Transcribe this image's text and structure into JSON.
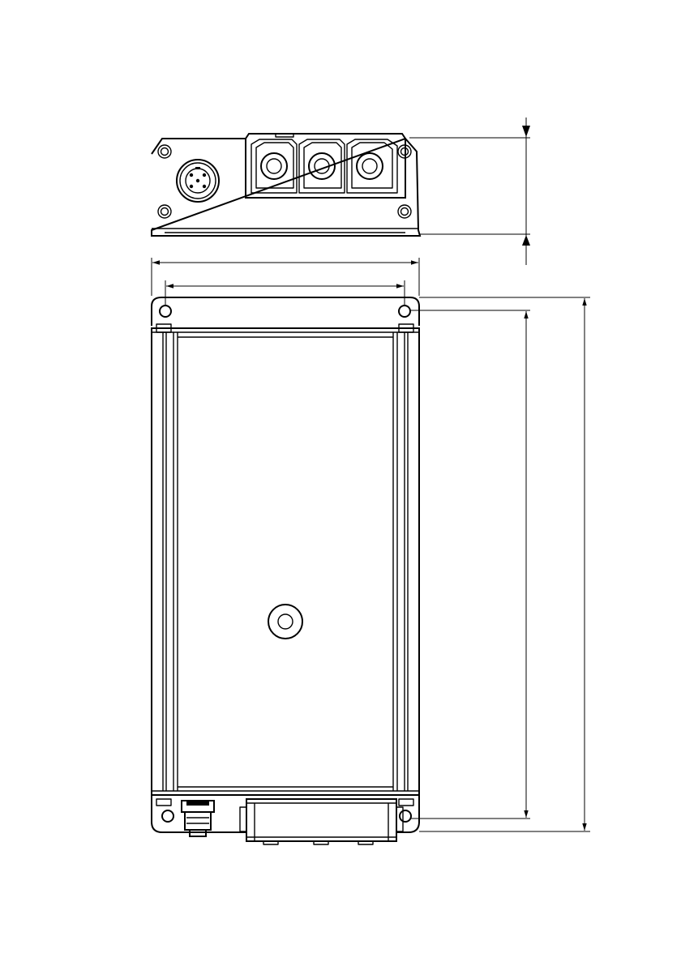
{
  "drawing": {
    "type": "technical-drawing",
    "views": [
      "end-view",
      "top-view"
    ],
    "dimension_lines": [
      "overall-width",
      "hole-spacing-width",
      "end-view-height",
      "hole-spacing-length",
      "overall-length"
    ],
    "dimension_values_shown": false,
    "line_color": "#000000",
    "background_color": "#ffffff"
  }
}
